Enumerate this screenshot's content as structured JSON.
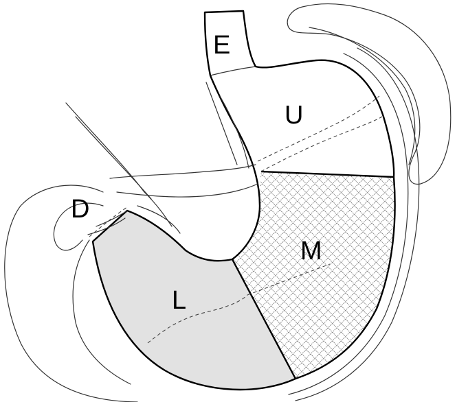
{
  "diagram": {
    "regions": [
      {
        "id": "esophagus",
        "label": "E"
      },
      {
        "id": "upper",
        "label": "U"
      },
      {
        "id": "middle",
        "label": "M"
      },
      {
        "id": "lower",
        "label": "L"
      },
      {
        "id": "duodenum",
        "label": "D"
      }
    ],
    "colors": {
      "outline": "#000000",
      "lower_fill": "#e2e2e2",
      "hatch": "#555555",
      "background": "#ffffff"
    }
  }
}
